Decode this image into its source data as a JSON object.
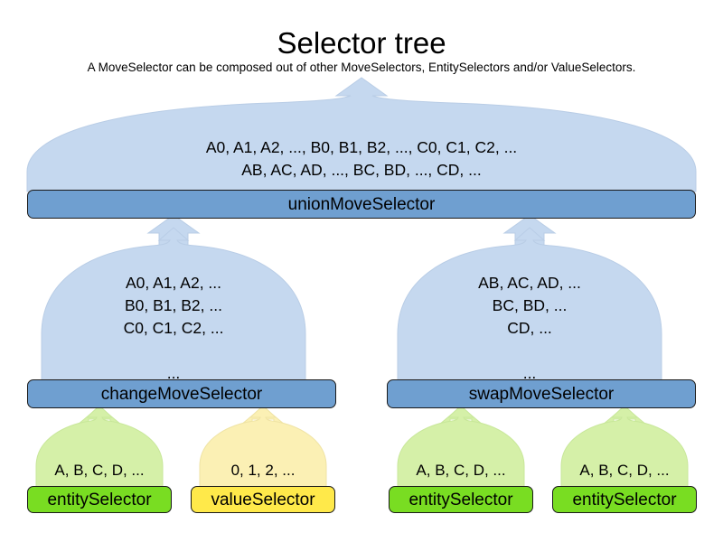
{
  "header": {
    "title": "Selector tree",
    "subtitle": "A MoveSelector can be composed out of other MoveSelectors, EntitySelectors and/or ValueSelectors."
  },
  "colors": {
    "balloon_blue": "#c5d8ef",
    "balloon_green": "#d5f0a8",
    "balloon_yellow": "#fbf0b4",
    "box_blue": "#6f9fd0",
    "box_green": "#79dd22",
    "box_yellow": "#ffe94a",
    "border": "#1a1a1a",
    "balloon_stroke": "#b9cde6",
    "balloon_stroke_green": "#c8e79a",
    "balloon_stroke_yellow": "#efe3a4",
    "text": "#000000",
    "background": "#ffffff"
  },
  "nodes": [
    {
      "id": "union-move-selector",
      "label": "unionMoveSelector",
      "kind": "move-selector",
      "balloon_lines": [
        "A0, A1, A2, ..., B0, B1, B2, ..., C0, C1, C2, ...",
        "AB, AC, AD, ..., BC, BD, ..., CD, ..."
      ]
    },
    {
      "id": "change-move-selector",
      "label": "changeMoveSelector",
      "kind": "move-selector",
      "balloon_lines": [
        "A0, A1, A2, ...",
        "B0, B1, B2, ...",
        "C0, C1, C2, ...",
        "",
        "..."
      ]
    },
    {
      "id": "swap-move-selector",
      "label": "swapMoveSelector",
      "kind": "move-selector",
      "balloon_lines": [
        "AB, AC, AD, ...",
        "BC, BD, ...",
        "CD, ...",
        "",
        "..."
      ]
    },
    {
      "id": "entity-selector-1",
      "label": "entitySelector",
      "kind": "entity-selector",
      "balloon_lines": [
        "A, B, C, D, ..."
      ]
    },
    {
      "id": "value-selector-1",
      "label": "valueSelector",
      "kind": "value-selector",
      "balloon_lines": [
        "0, 1, 2, ..."
      ]
    },
    {
      "id": "entity-selector-2",
      "label": "entitySelector",
      "kind": "entity-selector",
      "balloon_lines": [
        "A, B, C, D, ..."
      ]
    },
    {
      "id": "entity-selector-3",
      "label": "entitySelector",
      "kind": "entity-selector",
      "balloon_lines": [
        "A, B, C, D, ..."
      ]
    }
  ]
}
